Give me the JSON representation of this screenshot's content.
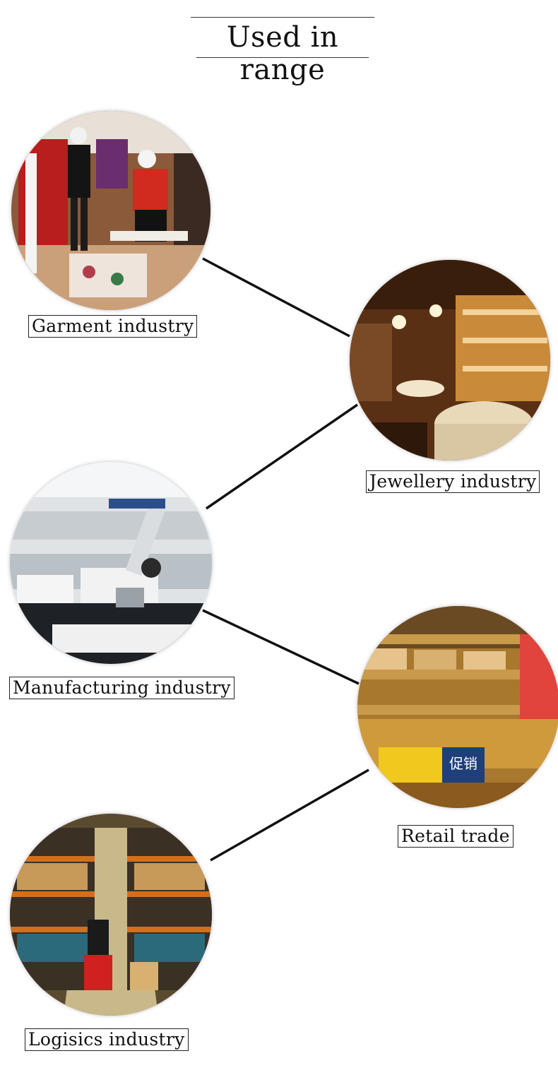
{
  "title": "Used in range",
  "industries": [
    {
      "label": "Garment industry",
      "image": "garment-store-photo"
    },
    {
      "label": "Jewellery industry",
      "image": "jewellery-store-photo"
    },
    {
      "label": "Manufacturing industry",
      "image": "manufacturing-line-photo"
    },
    {
      "label": "Retail trade",
      "image": "retail-supermarket-photo"
    },
    {
      "label": "Logisics industry",
      "image": "logistics-warehouse-photo"
    }
  ],
  "image_text": {
    "retail_sign": "促销"
  }
}
